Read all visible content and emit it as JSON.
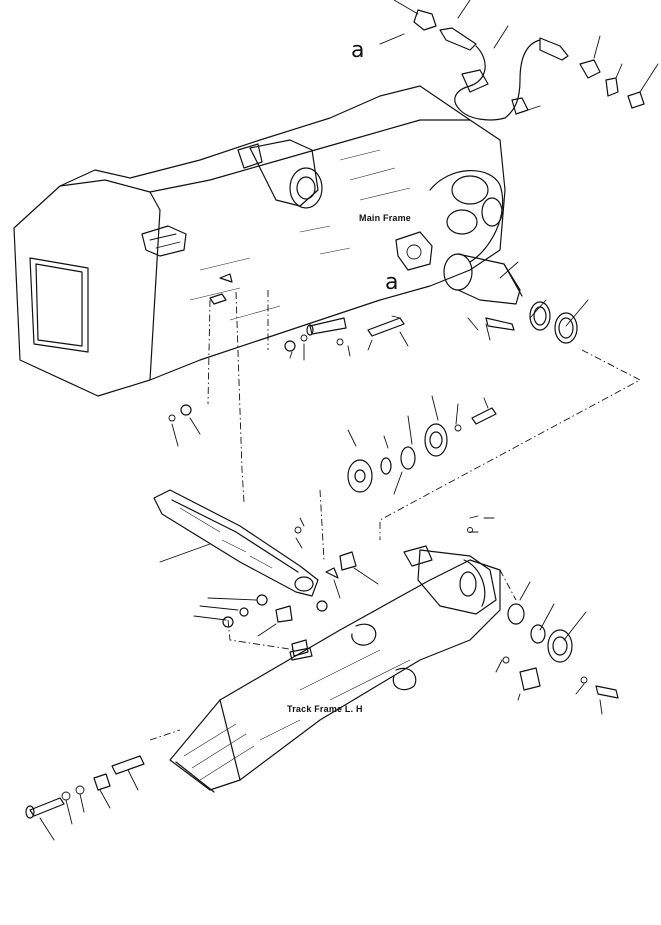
{
  "labels": {
    "main_frame": "Main Frame",
    "track_frame": "Track Frame L. H",
    "ref_top": "a",
    "ref_mid": "a"
  }
}
